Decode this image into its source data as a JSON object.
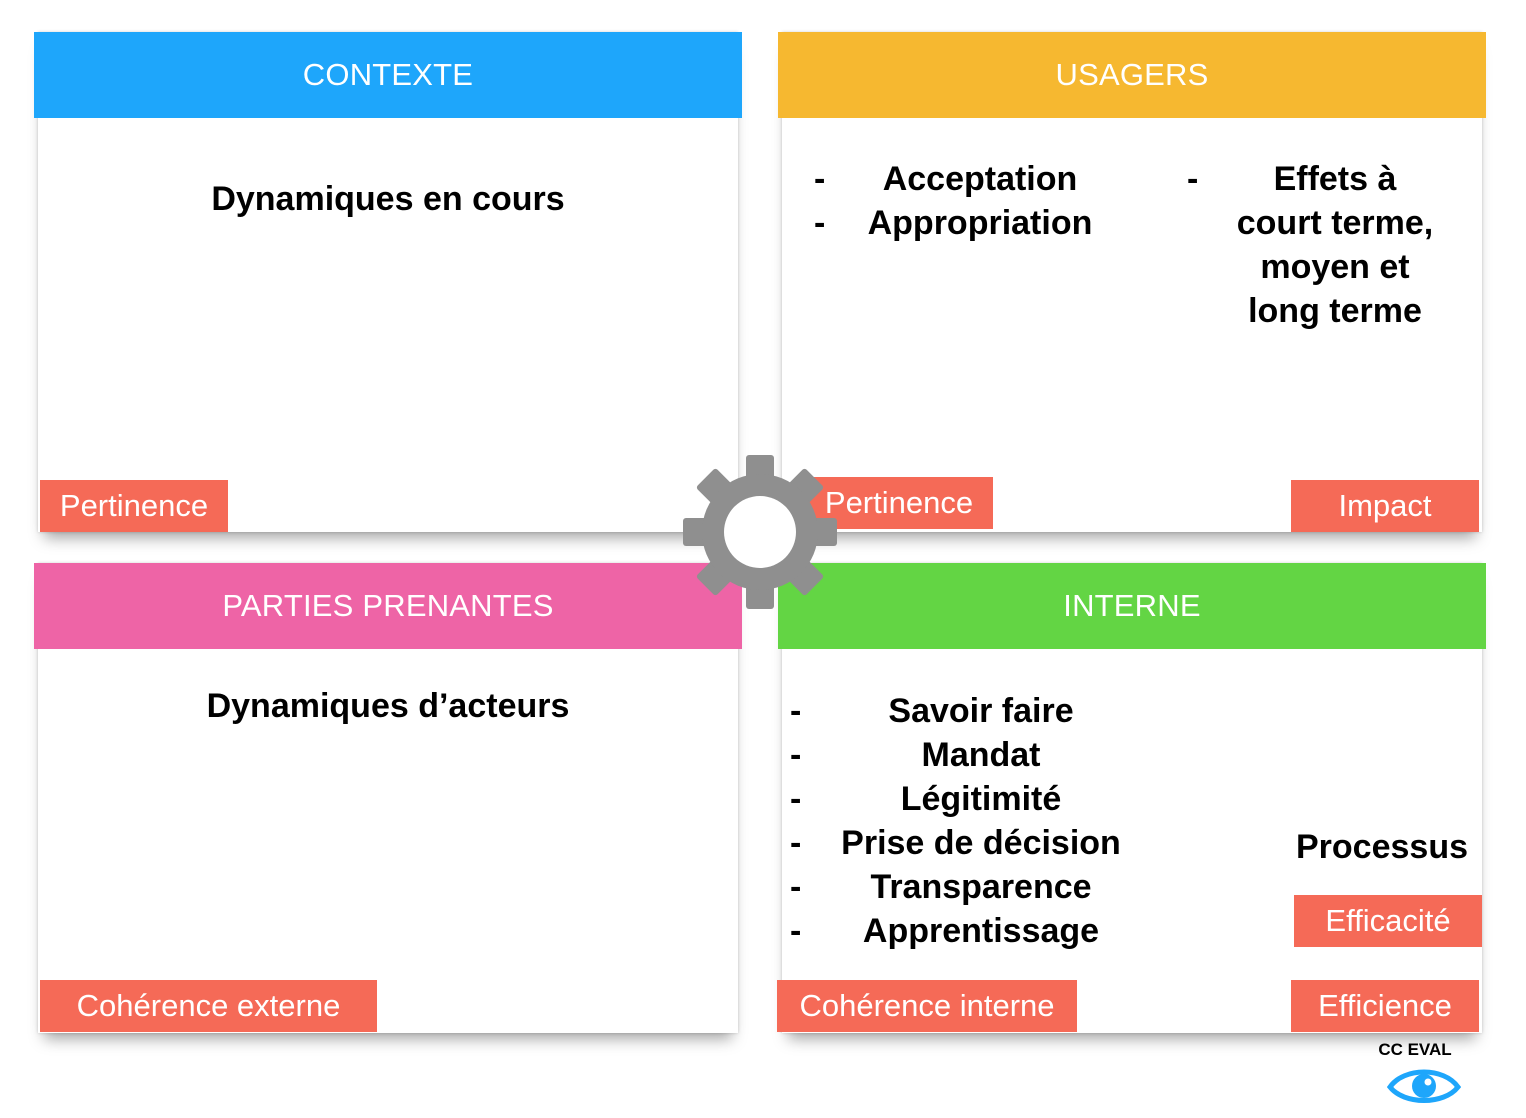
{
  "colors": {
    "contexte": "#1ea6fb",
    "usagers": "#f6b830",
    "parties_prenantes": "#ee64a6",
    "interne": "#63d544",
    "tag": "#f56a57",
    "gear": "#8f8f8f",
    "eye": "#1ea6fb"
  },
  "contexte": {
    "title": "CONTEXTE",
    "body": "Dynamiques en cours",
    "tag": "Pertinence"
  },
  "usagers": {
    "title": "USAGERS",
    "list_left": [
      "Acceptation",
      "Appropriation"
    ],
    "list_right_lines": [
      "Effets à",
      "court terme,",
      "moyen et",
      "long terme"
    ],
    "tag_left": "Pertinence",
    "tag_right": "Impact"
  },
  "parties_prenantes": {
    "title": "PARTIES PRENANTES",
    "body": "Dynamiques d’acteurs",
    "tag": "Cohérence externe"
  },
  "interne": {
    "title": "INTERNE",
    "list": [
      "Savoir faire",
      "Mandat",
      "Légitimité",
      "Prise de décision",
      "Transparence",
      "Apprentissage"
    ],
    "side_label": "Processus",
    "tag_efficacite": "Efficacité",
    "tag_coherence": "Cohérence interne",
    "tag_efficience": "Efficience"
  },
  "center_icon": "gear-icon",
  "brand": {
    "label": "CC EVAL",
    "icon": "eye-icon"
  }
}
